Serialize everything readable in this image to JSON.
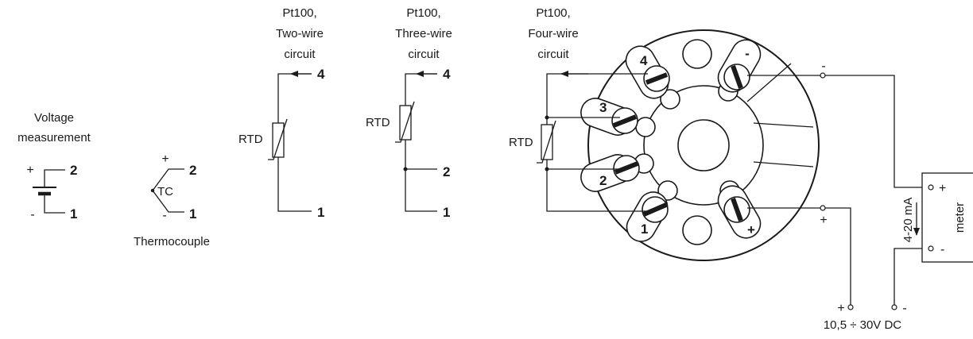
{
  "voltage": {
    "title_line1": "Voltage",
    "title_line2": "measurement",
    "plus": "+",
    "minus": "-",
    "pin_top": "2",
    "pin_bottom": "1"
  },
  "thermocouple": {
    "plus": "+",
    "minus": "-",
    "symbol": "TC",
    "pin_top": "2",
    "pin_bottom": "1",
    "caption": "Thermocouple"
  },
  "two_wire": {
    "title_line1": "Pt100,",
    "title_line2": "Two-wire",
    "title_line3": "circuit",
    "rtd": "RTD",
    "pin_top": "4",
    "pin_bottom": "1"
  },
  "three_wire": {
    "title_line1": "Pt100,",
    "title_line2": "Three-wire",
    "title_line3": "circuit",
    "rtd": "RTD",
    "pin_top": "4",
    "pin_mid": "2",
    "pin_bottom": "1"
  },
  "four_wire": {
    "title_line1": "Pt100,",
    "title_line2": "Four-wire",
    "title_line3": "circuit",
    "rtd": "RTD"
  },
  "transmitter": {
    "screw_4": "4",
    "screw_3": "3",
    "screw_2": "2",
    "screw_1": "1",
    "screw_minus": "-",
    "screw_plus": "+",
    "out_minus": "-",
    "out_plus": "+"
  },
  "meter": {
    "label": "meter",
    "plus": "+",
    "minus": "-",
    "current": "4-20 mA"
  },
  "supply": {
    "plus": "+",
    "minus": "-",
    "label": "10,5 ÷ 30V DC"
  }
}
